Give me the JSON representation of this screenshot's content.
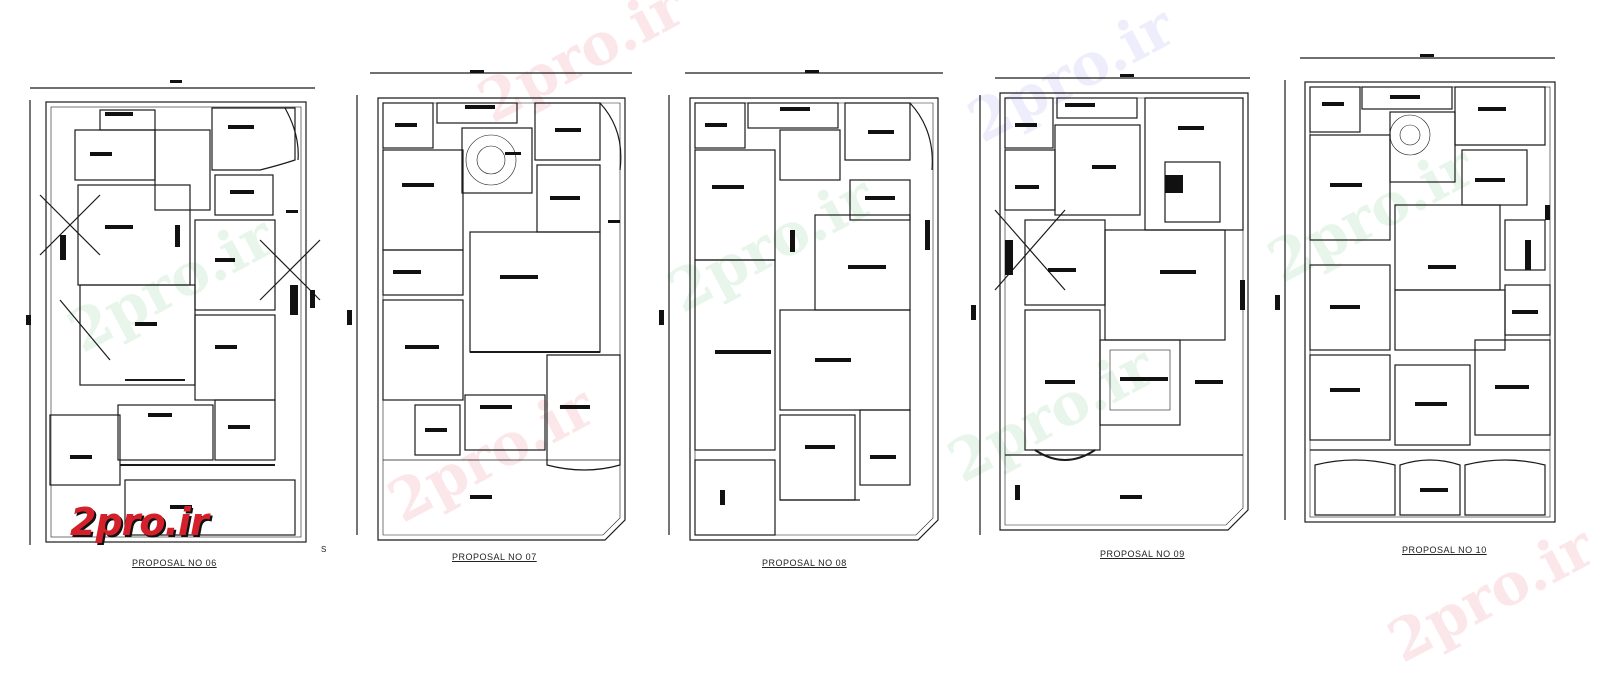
{
  "plans": [
    {
      "id": "p06",
      "caption": "PROPOSAL NO 06"
    },
    {
      "id": "p07",
      "caption": "PROPOSAL NO 07"
    },
    {
      "id": "p08",
      "caption": "PROPOSAL NO 08"
    },
    {
      "id": "p09",
      "caption": "PROPOSAL NO 09"
    },
    {
      "id": "p10",
      "caption": "PROPOSAL NO 10"
    }
  ],
  "brand": {
    "logo_text": "2pro.ir",
    "watermark_text": "2pro.ir",
    "logo_color": "#d4202a"
  },
  "misc": {
    "s_label": "S"
  },
  "colors": {
    "line": "#1a1a1a",
    "background": "#ffffff"
  }
}
